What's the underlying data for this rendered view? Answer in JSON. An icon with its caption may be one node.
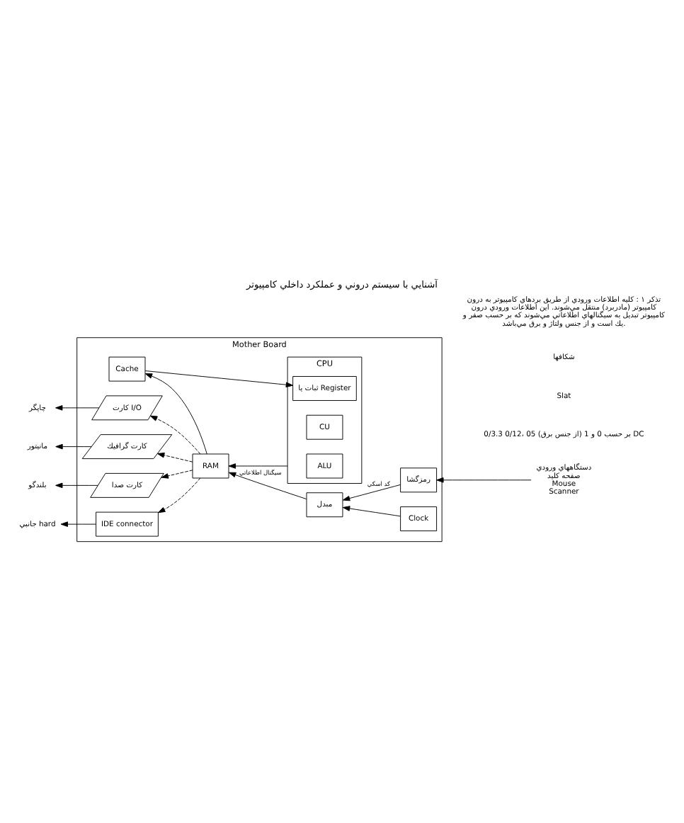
{
  "diagram": {
    "title": "آشنايي با سيستم دروني و عملكرد داخلي كامپيوتر",
    "nodes": [
      {
        "text": [
          "Mother Board"
        ]
      },
      {
        "text": [
          "CPU"
        ],
        "in": 0
      },
      {
        "text": [
          "ALU"
        ],
        "in": 1
      },
      {
        "text": [
          "CU"
        ],
        "in": 1
      },
      {
        "text": [
          "ثبات يا Register"
        ],
        "in": 1
      },
      {
        "text": [
          "Cache"
        ],
        "in": 0
      },
      {
        "text": [
          "RAM"
        ],
        "in": 0
      },
      {
        "text": [
          "مبدل"
        ],
        "in": 0
      },
      {
        "text": [
          "رمزگشا"
        ],
        "in": 0
      },
      {
        "text": [
          "Clock"
        ],
        "in": 0
      },
      {
        "text": [
          "كارت I/O"
        ],
        "in": 0
      },
      {
        "text": [
          "كارت گرافيك"
        ],
        "in": 0
      },
      {
        "text": [
          "كارت صدا"
        ],
        "in": 0
      },
      {
        "text": [
          "IDE connector"
        ],
        "in": 0
      },
      {
        "text": [
          "دستگاههاي ورودي",
          "صفحه كليد",
          "Mouse",
          "Scanner"
        ]
      },
      {
        "text": [
          "چاپگر"
        ]
      },
      {
        "text": [
          "مانيتور"
        ]
      },
      {
        "text": [
          "بلندگو"
        ]
      },
      {
        "text": [
          "جانبي hard"
        ]
      }
    ],
    "edges": [
      {
        "from": 14,
        "to": 8,
        "arrow": "to"
      },
      {
        "from": 8,
        "to": 7,
        "arrow": "to",
        "label": "كد اسكي"
      },
      {
        "from": 7,
        "to": 6,
        "arrow": "to",
        "label": "سيگنال اطلاعاتي"
      },
      {
        "from": 9,
        "to": 7,
        "arrow": "to"
      },
      {
        "from": 6,
        "to": 5,
        "arrow": "to"
      },
      {
        "from": 5,
        "to": 4,
        "arrow": "to"
      },
      {
        "from": 1,
        "to": 6,
        "arrow": "to"
      },
      {
        "from": 6,
        "to": 10,
        "arrow": "to",
        "style": "dashed"
      },
      {
        "from": 6,
        "to": 11,
        "arrow": "to",
        "style": "dashed"
      },
      {
        "from": 6,
        "to": 12,
        "arrow": "to",
        "style": "dashed"
      },
      {
        "from": 6,
        "to": 13,
        "arrow": "to",
        "style": "dashed"
      },
      {
        "from": 10,
        "to": 15,
        "arrow": "to"
      },
      {
        "from": 11,
        "to": 16,
        "arrow": "to"
      },
      {
        "from": 12,
        "to": 17,
        "arrow": "to"
      },
      {
        "from": 13,
        "to": 18,
        "arrow": "to"
      }
    ],
    "labels": [
      "بر حسب 0 و 1 (از جنس برق) 05 ،0/12 0/3.3 DC",
      "Slat",
      "شكافها",
      "تذكر ۱ : كليه اطلاعات ورودي از طريق بردهاي كامپيوتر به درون كامپيوتر (مادربرد) منتقل مي‌شوند. اين اطلاعات ورودي درون كامپيوتر تبديل به سيگنالهاي اطلاعاتي مي‌شوند كه بر حسب صفر و يك است و از جنس ولتاژ و برق مي‌باشد."
    ]
  }
}
